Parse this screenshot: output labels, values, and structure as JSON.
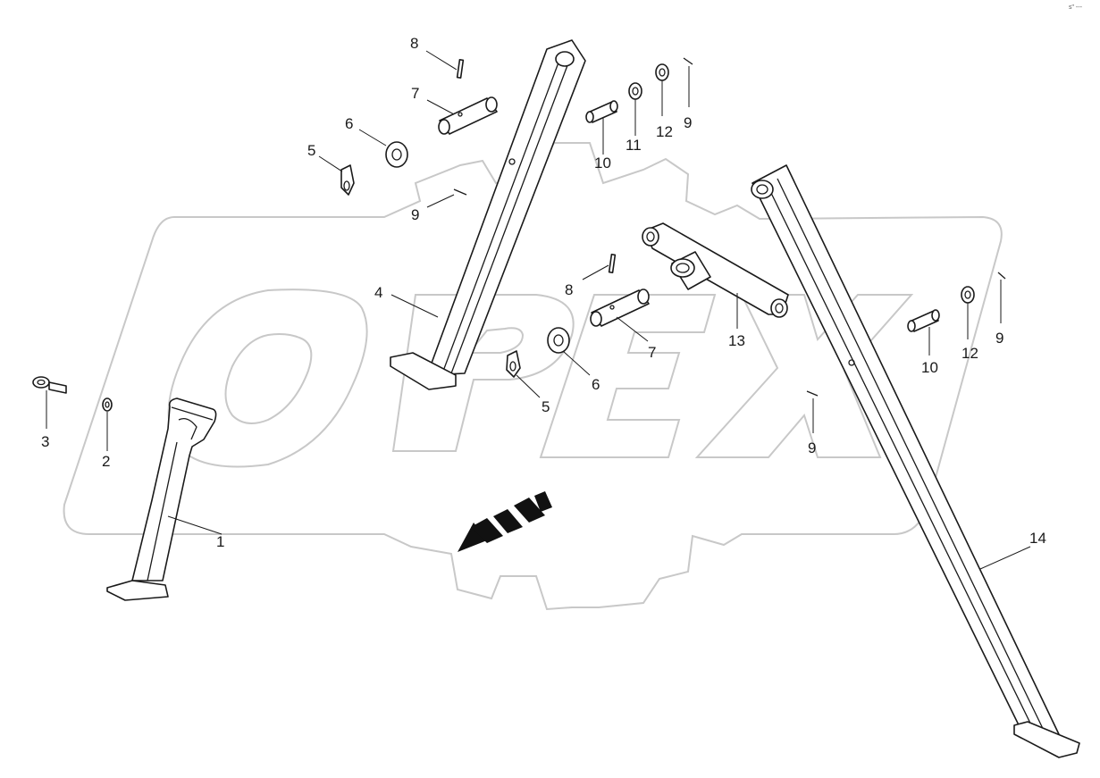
{
  "watermark": {
    "text": "OPEX",
    "color": "#c8c8c8"
  },
  "corner_mark": "s\" ---",
  "callouts": [
    {
      "id": "c1",
      "label": "1"
    },
    {
      "id": "c2",
      "label": "2"
    },
    {
      "id": "c3",
      "label": "3"
    },
    {
      "id": "c4",
      "label": "4"
    },
    {
      "id": "c5a",
      "label": "5"
    },
    {
      "id": "c5b",
      "label": "5"
    },
    {
      "id": "c6a",
      "label": "6"
    },
    {
      "id": "c6b",
      "label": "6"
    },
    {
      "id": "c7a",
      "label": "7"
    },
    {
      "id": "c7b",
      "label": "7"
    },
    {
      "id": "c8a",
      "label": "8"
    },
    {
      "id": "c8b",
      "label": "8"
    },
    {
      "id": "c9a",
      "label": "9"
    },
    {
      "id": "c9b",
      "label": "9"
    },
    {
      "id": "c9c",
      "label": "9"
    },
    {
      "id": "c9d",
      "label": "9"
    },
    {
      "id": "c10a",
      "label": "10"
    },
    {
      "id": "c10b",
      "label": "10"
    },
    {
      "id": "c11",
      "label": "11"
    },
    {
      "id": "c12a",
      "label": "12"
    },
    {
      "id": "c12b",
      "label": "12"
    },
    {
      "id": "c13",
      "label": "13"
    },
    {
      "id": "c14",
      "label": "14"
    }
  ]
}
